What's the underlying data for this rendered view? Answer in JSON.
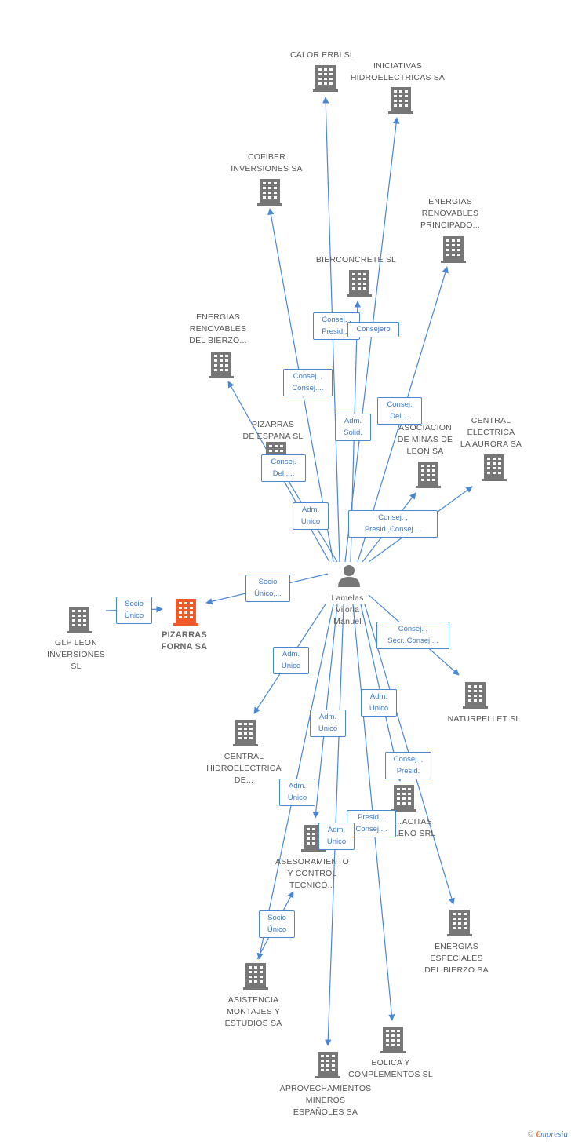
{
  "colors": {
    "edge": "#4a86d6",
    "company_icon": "#777777",
    "focus_icon": "#f05a28",
    "person_icon": "#777777",
    "label": "#555555"
  },
  "person": {
    "name": "Lamelas\nViloria\nManuel",
    "icon": "person-icon"
  },
  "companies": [
    {
      "id": "calor-erbi",
      "label": "CALOR ERBI  SL"
    },
    {
      "id": "iniciativas",
      "label": "INICIATIVAS\nHIDROELECTRICAS SA"
    },
    {
      "id": "cofiber",
      "label": "COFIBER\nINVERSIONES SA"
    },
    {
      "id": "energias-principado",
      "label": "ENERGIAS\nRENOVABLES\nPRINCIPADO..."
    },
    {
      "id": "bierconcrete",
      "label": "BIERCONCRETE SL"
    },
    {
      "id": "energias-bierzo",
      "label": "ENERGIAS\nRENOVABLES\nDEL BIERZO..."
    },
    {
      "id": "pizarras-espana",
      "label": "PIZARRAS\nDE ESPAÑA SL"
    },
    {
      "id": "asociacion-minas",
      "label": "ASOCIACION\nDE MINAS DE\nLEON SA"
    },
    {
      "id": "central-aurora",
      "label": "CENTRAL\nELECTRICA\nLA AURORA SA"
    },
    {
      "id": "pizarras-forna",
      "label": "PIZARRAS\nFORNA SA",
      "focus": true
    },
    {
      "id": "glp-leon",
      "label": "GLP LEON\nINVERSIONES\nSL"
    },
    {
      "id": "naturpellet",
      "label": "NATURPELLET SL"
    },
    {
      "id": "central-hidro",
      "label": "CENTRAL\nHIDROELECTRICA\nDE..."
    },
    {
      "id": "pizarras-cacitas",
      "label": "...ACITAS\n...ENO SRL"
    },
    {
      "id": "asesoramiento",
      "label": "ASESORAMIENTO\nY CONTROL\nTECNICO..."
    },
    {
      "id": "energias-especiales",
      "label": "ENERGIAS\nESPECIALES\nDEL BIERZO SA"
    },
    {
      "id": "asistencia",
      "label": "ASISTENCIA\nMONTAJES Y\nESTUDIOS SA"
    },
    {
      "id": "eolica",
      "label": "EOLICA Y\nCOMPLEMENTOS SL"
    },
    {
      "id": "aprovechamientos",
      "label": "APROVECHAMIENTOS\nMINEROS\nESPAÑOLES SA"
    }
  ],
  "edges": [
    {
      "from": "person",
      "to": "calor-erbi"
    },
    {
      "from": "person",
      "to": "iniciativas"
    },
    {
      "from": "person",
      "to": "cofiber"
    },
    {
      "from": "person",
      "to": "energias-principado"
    },
    {
      "from": "person",
      "to": "bierconcrete"
    },
    {
      "from": "person",
      "to": "energias-bierzo"
    },
    {
      "from": "person",
      "to": "pizarras-espana"
    },
    {
      "from": "person",
      "to": "asociacion-minas"
    },
    {
      "from": "person",
      "to": "central-aurora"
    },
    {
      "from": "person",
      "to": "pizarras-forna"
    },
    {
      "from": "glp-leon",
      "to": "pizarras-forna"
    },
    {
      "from": "person",
      "to": "naturpellet"
    },
    {
      "from": "person",
      "to": "central-hidro"
    },
    {
      "from": "person",
      "to": "pizarras-cacitas"
    },
    {
      "from": "person",
      "to": "asesoramiento"
    },
    {
      "from": "person",
      "to": "energias-especiales"
    },
    {
      "from": "person",
      "to": "asistencia"
    },
    {
      "from": "person",
      "to": "eolica"
    },
    {
      "from": "person",
      "to": "aprovechamientos"
    },
    {
      "from": "asistencia",
      "to": "asesoramiento"
    }
  ],
  "edge_labels": [
    {
      "id": "consej-presid",
      "text": "Consej. ,\nPresid...."
    },
    {
      "id": "consejero",
      "text": "Consejero"
    },
    {
      "id": "consej-consej",
      "text": "Consej. ,\nConsej...."
    },
    {
      "id": "consej-del-principado",
      "text": "Consej.\nDel...."
    },
    {
      "id": "adm-solid",
      "text": "Adm.\nSolid."
    },
    {
      "id": "consej-del-espana",
      "text": "Consej.\nDel.,..."
    },
    {
      "id": "adm-unico-espana",
      "text": "Adm.\nUnico"
    },
    {
      "id": "consej-presid-consej",
      "text": "Consej. ,\nPresid.,Consej...."
    },
    {
      "id": "socio-unico-forna",
      "text": "Socio\nÚnico,..."
    },
    {
      "id": "socio-unico-glp",
      "text": "Socio\nÚnico"
    },
    {
      "id": "consej-secr",
      "text": "Consej. ,\nSecr.,Consej...."
    },
    {
      "id": "adm-unico-hidro",
      "text": "Adm.\nUnico"
    },
    {
      "id": "adm-unico-asesor",
      "text": "Adm.\nUnico"
    },
    {
      "id": "adm-unico-cacitas",
      "text": "Adm.\nUnico"
    },
    {
      "id": "consej-presid-esp",
      "text": "Consej. ,\nPresid."
    },
    {
      "id": "adm-unico-asist",
      "text": "Adm.\nUnico"
    },
    {
      "id": "presid-consej",
      "text": "Presid. ,\nConsej...."
    },
    {
      "id": "adm-unico-aprov",
      "text": "Adm.\nUnico"
    },
    {
      "id": "socio-unico-asist",
      "text": "Socio\nÚnico"
    }
  ],
  "footer": {
    "copyright": "©",
    "brand_first": "€",
    "brand_rest": "mpresia"
  }
}
